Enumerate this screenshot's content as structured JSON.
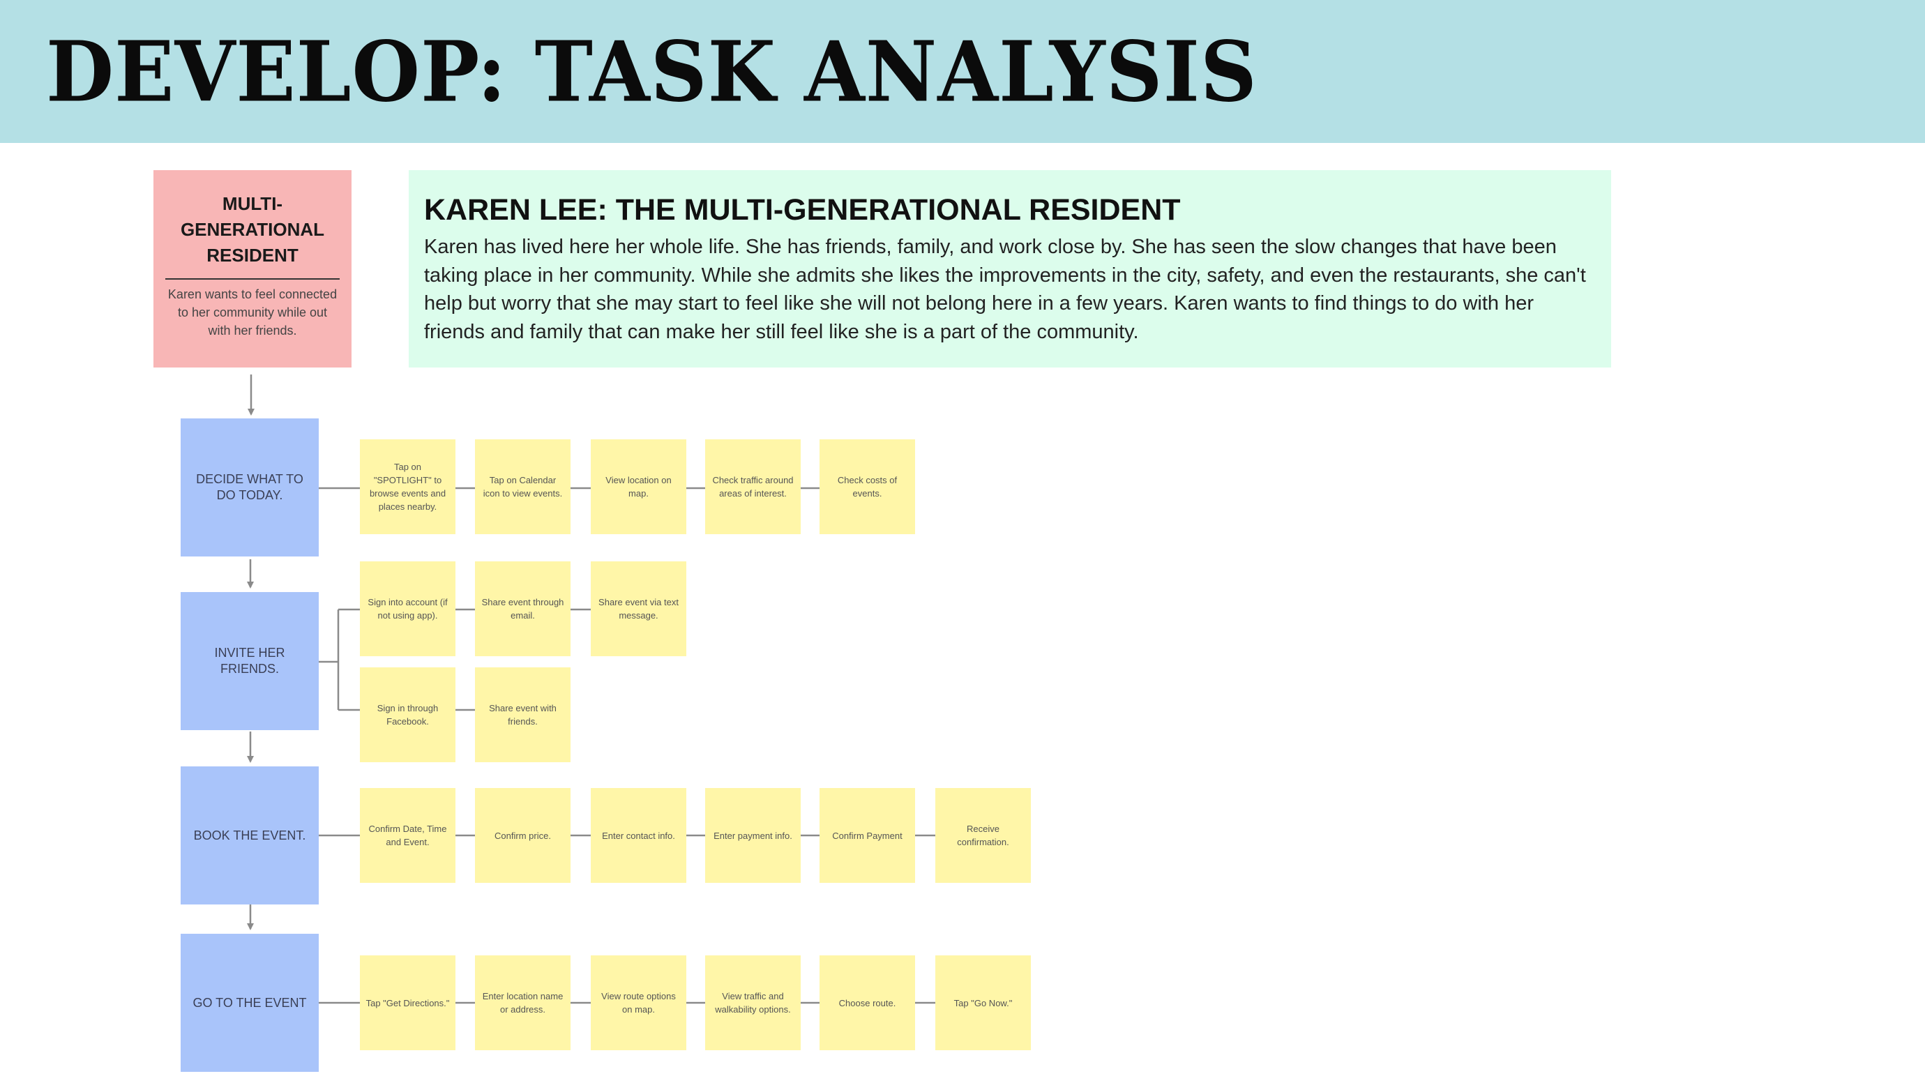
{
  "header": {
    "title": "DEVELOP: TASK ANALYSIS"
  },
  "persona": {
    "title": "MULTI-\nGENERATIONAL\nRESIDENT",
    "description": "Karen wants to feel connected to her community while out with her friends."
  },
  "bio": {
    "name": "KAREN LEE: THE MULTI-GENERATIONAL RESIDENT",
    "text": "Karen has lived here her whole life. She has friends, family, and work close by. She has seen the slow changes that have been taking place in her community. While she admits she likes the improvements in the city, safety, and even the restaurants, she can't help but worry that she may start to feel like she will not belong here in a few years. Karen wants to find things to do with her friends and family that can make her still feel like she is a part of the community."
  },
  "stages": [
    {
      "label": "DECIDE WHAT TO DO TODAY."
    },
    {
      "label": "INVITE HER FRIENDS."
    },
    {
      "label": "BOOK THE EVENT."
    },
    {
      "label": "GO TO THE EVENT"
    }
  ],
  "steps": {
    "decide": [
      "Tap on \"SPOTLIGHT\" to browse events and places nearby.",
      "Tap on Calendar icon to view events.",
      "View location on map.",
      "Check traffic around areas of interest.",
      "Check costs of events."
    ],
    "invite_a": [
      "Sign into account (if not using app).",
      "Share event through email.",
      "Share event via text message."
    ],
    "invite_b": [
      "Sign in through Facebook.",
      "Share event with friends."
    ],
    "book": [
      "Confirm Date, Time and Event.",
      "Confirm price.",
      "Enter contact info.",
      "Enter payment info.",
      "Confirm Payment",
      "Receive confirmation."
    ],
    "go": [
      "Tap \"Get Directions.\"",
      "Enter location name or address.",
      "View route options on map.",
      "View traffic and walkability options.",
      "Choose route.",
      "Tap \"Go Now.\""
    ]
  },
  "colors": {
    "header": "#b4e0e5",
    "persona": "#f8b6b6",
    "bio": "#dcfdec",
    "stage": "#a9c4fa",
    "step": "#fff6a8",
    "connector": "#8a8a8a"
  }
}
